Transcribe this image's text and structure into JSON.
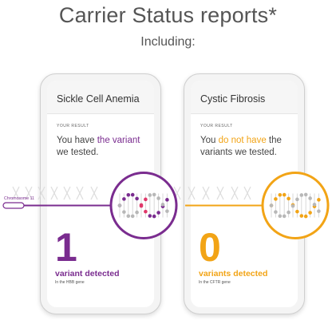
{
  "header": {
    "title": "Carrier Status reports*",
    "subtitle": "Including:"
  },
  "cards": [
    {
      "title": "Sickle Cell Anemia",
      "result_label": "YOUR RESULT",
      "statement_pre": "You have ",
      "statement_highlight": "the variant",
      "statement_post": " we tested.",
      "count": "1",
      "detected": "variant detected",
      "gene": "In the HBB gene",
      "accent": "#7a2c8f"
    },
    {
      "title": "Cystic Fibrosis",
      "result_label": "YOUR RESULT",
      "statement_pre": "You ",
      "statement_highlight": "do not have",
      "statement_post": " the variants we tested.",
      "count": "0",
      "detected": "variants detected",
      "gene": "In the CFTR gene",
      "accent": "#f2a416"
    }
  ],
  "chromosome_label": "Chromosome 11",
  "icons": {
    "left_magnifier": "dna-variant-magnifier-icon",
    "right_magnifier": "dna-no-variant-magnifier-icon",
    "chromosome": "chromosome-icon"
  }
}
